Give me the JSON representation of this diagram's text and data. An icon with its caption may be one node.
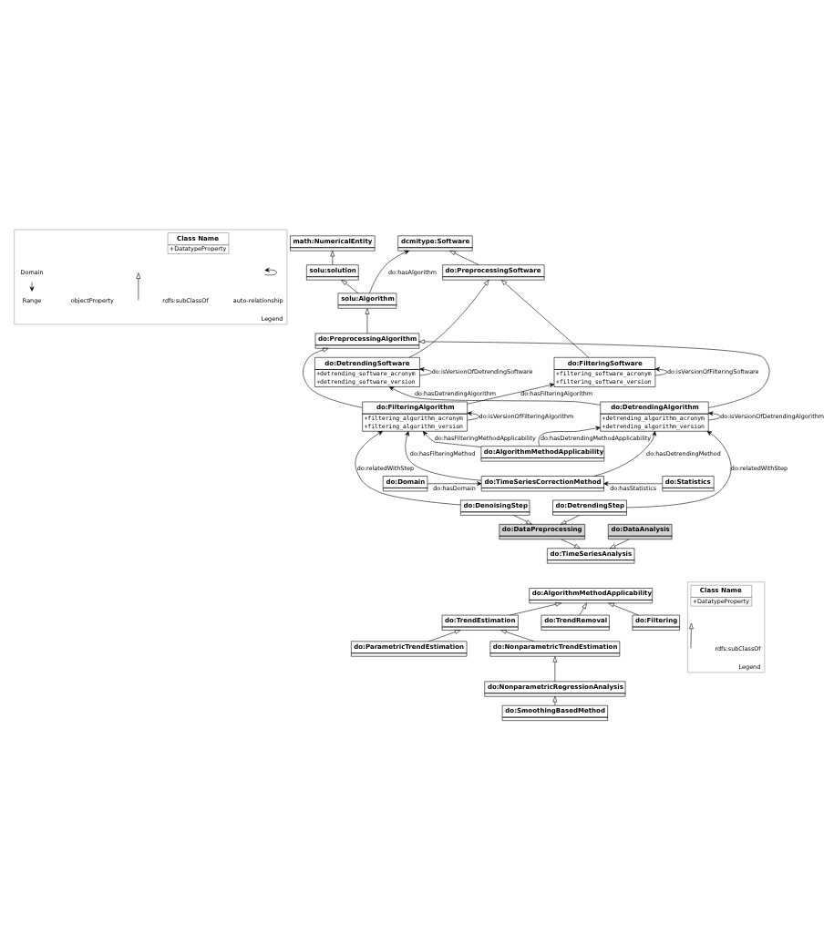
{
  "diagram": {
    "nodes": [
      {
        "text": [
          "Legend"
        ]
      },
      {
        "text": [
          "Class Name",
          "+DatatypeProperty"
        ],
        "in": 0
      },
      {
        "text": [
          "math:NumericalEntity"
        ]
      },
      {
        "text": [
          "dcmitype:Software"
        ]
      },
      {
        "text": [
          "solu:solution"
        ]
      },
      {
        "text": [
          "do:PreprocessingSoftware"
        ]
      },
      {
        "text": [
          "solu:Algorithm"
        ]
      },
      {
        "text": [
          "do:PreprocessingAlgorithm"
        ]
      },
      {
        "text": [
          "do:DetrendingSoftware",
          "+detrending_software_acronym",
          "+detrending_software_version"
        ]
      },
      {
        "text": [
          "do:FilteringSoftware",
          "+filtering_software_acronym",
          "+filtering_software_version"
        ]
      },
      {
        "text": [
          "do:FilteringAlgorithm",
          "+filtering_algorithm_acronym",
          "+filtering_algorithm_version"
        ]
      },
      {
        "text": [
          "do:AlgorithmMethodApplicability"
        ]
      },
      {
        "text": [
          "do:DetrendingAlgorithm",
          "+detrending_algorithm_acronym",
          "+detrending_algorithm_version"
        ]
      },
      {
        "text": [
          "do:Domain"
        ]
      },
      {
        "text": [
          "do:Statistics"
        ]
      },
      {
        "text": [
          "do:TimeSeriesCorrectionMethod"
        ]
      },
      {
        "text": [
          "do:DenoisingStep"
        ]
      },
      {
        "text": [
          "do:DetrendingStep"
        ]
      },
      {
        "text": [
          "do:DataPreprocessing"
        ]
      },
      {
        "text": [
          "do:DataAnalysis"
        ]
      },
      {
        "text": [
          "do:TimeSeriesAnalysis"
        ]
      },
      {
        "text": [
          "Legend"
        ]
      },
      {
        "text": [
          "Class Name",
          "+DatatypeProperty"
        ],
        "in": 21
      },
      {
        "text": [
          "do:AlgorithmMethodApplicability"
        ]
      },
      {
        "text": [
          "do:TrendEstimation"
        ]
      },
      {
        "text": [
          "do:TrendRemoval"
        ]
      },
      {
        "text": [
          "do:Filtering"
        ]
      },
      {
        "text": [
          "do:ParametricTrendEstimation"
        ]
      },
      {
        "text": [
          "do:NonparametricTrendEstimation"
        ]
      },
      {
        "text": [
          "do:NonparametricRegressionAnalysis"
        ]
      },
      {
        "text": [
          "do:SmoothingBasedMethod"
        ]
      }
    ],
    "edges": [
      {
        "from": 4,
        "to": 2,
        "arrow": "to"
      },
      {
        "from": 6,
        "to": 4,
        "arrow": "to"
      },
      {
        "from": 7,
        "to": 6,
        "arrow": "to"
      },
      {
        "from": 5,
        "to": 3,
        "arrow": "to"
      },
      {
        "from": 6,
        "to": 3,
        "arrow": "to",
        "label": "do:hasAlgorithm"
      },
      {
        "from": 8,
        "to": 5,
        "arrow": "to"
      },
      {
        "from": 9,
        "to": 5,
        "arrow": "to"
      },
      {
        "from": 8,
        "to": 8,
        "arrow": "to",
        "label": "do:isVersionOfDetrendingSoftware"
      },
      {
        "from": 9,
        "to": 9,
        "arrow": "to",
        "label": "do:isVersionOfFilteringSoftware"
      },
      {
        "from": 10,
        "to": 7,
        "arrow": "to"
      },
      {
        "from": 12,
        "to": 7,
        "arrow": "to"
      },
      {
        "from": 12,
        "to": 8,
        "arrow": "to",
        "label": "do:hasDetrendingAlgorithm"
      },
      {
        "from": 10,
        "to": 9,
        "arrow": "to",
        "label": "do:hasFilteringAlgorithm"
      },
      {
        "from": 10,
        "to": 10,
        "arrow": "to",
        "label": "do:isVersionOfFilteringAlgorithm"
      },
      {
        "from": 12,
        "to": 12,
        "arrow": "to",
        "label": "do:isVersionOfDetrendingAlgorithm"
      },
      {
        "from": 11,
        "to": 10,
        "arrow": "to",
        "label": "do:hasFilteringMethodApplicability"
      },
      {
        "from": 11,
        "to": 12,
        "arrow": "to",
        "label": "do:hasDetrendingMethodApplicability"
      },
      {
        "from": 13,
        "to": 15,
        "arrow": "to",
        "label": "do:hasDomain"
      },
      {
        "from": 14,
        "to": 15,
        "arrow": "to",
        "label": "do:hasStatistics"
      },
      {
        "from": 15,
        "to": 10,
        "arrow": "to",
        "label": "do:hasFilteringMethod"
      },
      {
        "from": 15,
        "to": 12,
        "arrow": "to",
        "label": "do:hasDetrendingMethod"
      },
      {
        "from": 16,
        "to": 10,
        "arrow": "to",
        "label": "do:relatedWithStep"
      },
      {
        "from": 17,
        "to": 12,
        "arrow": "to",
        "label": "do:relatedWithStep"
      },
      {
        "from": 16,
        "to": 18,
        "arrow": "to"
      },
      {
        "from": 17,
        "to": 18,
        "arrow": "to"
      },
      {
        "from": 18,
        "to": 20,
        "arrow": "to"
      },
      {
        "from": 19,
        "to": 20,
        "arrow": "to"
      },
      {
        "from": 24,
        "to": 23,
        "arrow": "to"
      },
      {
        "from": 25,
        "to": 23,
        "arrow": "to"
      },
      {
        "from": 26,
        "to": 23,
        "arrow": "to"
      },
      {
        "from": 27,
        "to": 24,
        "arrow": "to"
      },
      {
        "from": 28,
        "to": 24,
        "arrow": "to"
      },
      {
        "from": 29,
        "to": 28,
        "arrow": "to"
      },
      {
        "from": 30,
        "to": 29,
        "arrow": "to"
      }
    ],
    "labels": [
      "Domain",
      "Range"
    ],
    "legend": [
      {
        "text": "objectProperty"
      },
      {
        "text": "rdfs:subClassOf"
      },
      {
        "text": "auto-relationship"
      },
      {
        "text": "rdfs:subClassOf"
      }
    ]
  }
}
